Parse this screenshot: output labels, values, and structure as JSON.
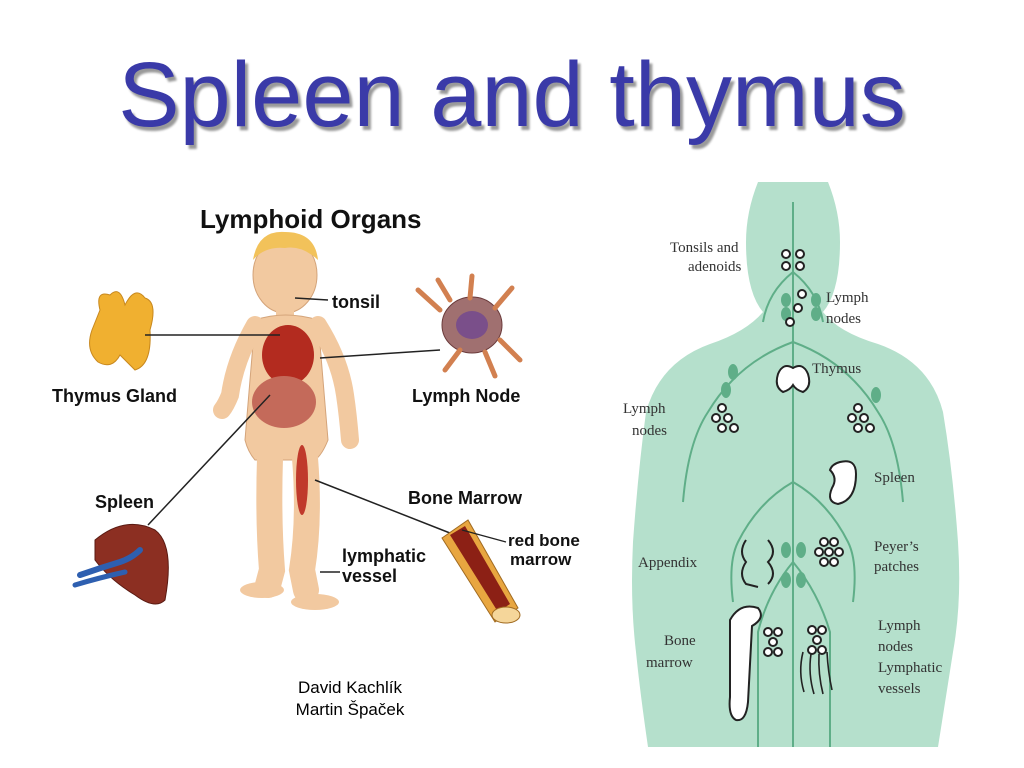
{
  "slide": {
    "title": "Spleen and thymus"
  },
  "left_figure": {
    "heading": "Lymphoid Organs",
    "labels": {
      "tonsil": "tonsil",
      "thymus_gland": "Thymus Gland",
      "lymph_node": "Lymph Node",
      "spleen": "Spleen",
      "bone_marrow": "Bone Marrow",
      "red_bone_marrow_1": "red bone",
      "red_bone_marrow_2": "marrow",
      "lymphatic_vessel_1": "lymphatic",
      "lymphatic_vessel_2": "vessel"
    }
  },
  "right_figure": {
    "labels": {
      "tonsils_1": "Tonsils and",
      "tonsils_2": "adenoids",
      "lymph_nodes_neck_1": "Lymph",
      "lymph_nodes_neck_2": "nodes",
      "thymus": "Thymus",
      "lymph_nodes_arm_1": "Lymph",
      "lymph_nodes_arm_2": "nodes",
      "spleen": "Spleen",
      "appendix": "Appendix",
      "peyers_1": "Peyer’s",
      "peyers_2": "patches",
      "bone_1": "Bone",
      "bone_2": "marrow",
      "lymph_low_1": "Lymph",
      "lymph_low_2": "nodes",
      "lymph_low_3": "Lymphatic",
      "lymph_low_4": "vessels"
    }
  },
  "credits": {
    "author_1": "David Kachlík",
    "author_2": "Martin Špaček"
  },
  "colors": {
    "title": "#3a3aa8",
    "body_silhouette": "#b5e0cc",
    "vessels": "#5fae88"
  }
}
